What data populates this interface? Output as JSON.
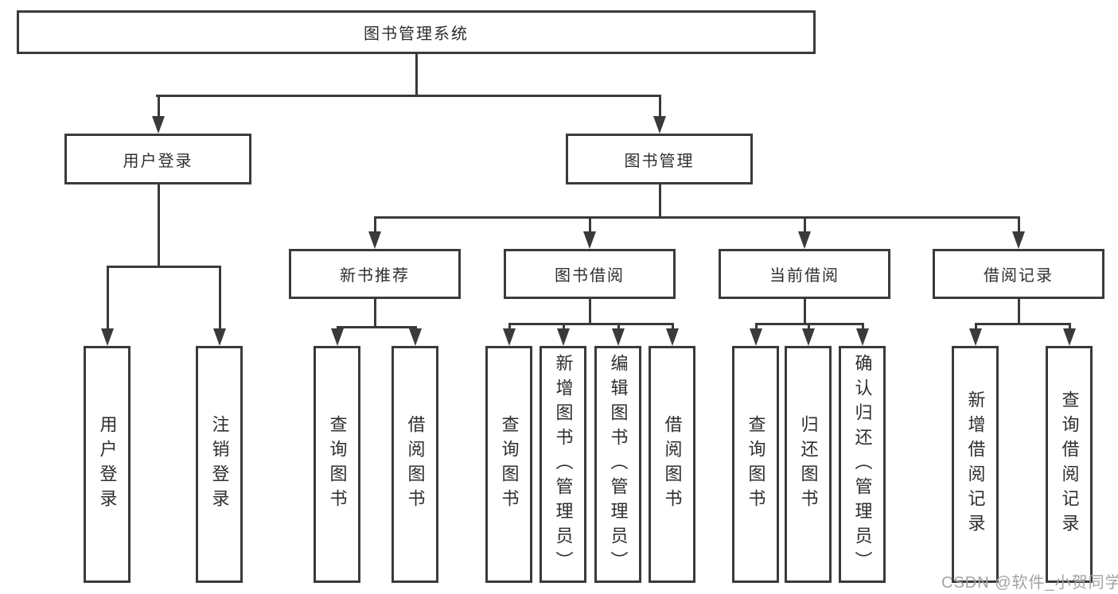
{
  "colors": {
    "line": "#3a3a3a",
    "text": "#2e2e2e",
    "background": "#ffffff",
    "watermark_color": "#a3a3a3"
  },
  "diagram": {
    "title": "图书管理系统",
    "level2": [
      {
        "label": "用户登录"
      },
      {
        "label": "图书管理"
      }
    ],
    "level3": [
      {
        "label": "新书推荐",
        "parent": "图书管理"
      },
      {
        "label": "图书借阅",
        "parent": "图书管理"
      },
      {
        "label": "当前借阅",
        "parent": "图书管理"
      },
      {
        "label": "借阅记录",
        "parent": "图书管理"
      }
    ],
    "leaves": [
      {
        "label": "用户登录",
        "parent": "用户登录"
      },
      {
        "label": "注销登录",
        "parent": "用户登录"
      },
      {
        "label": "查询图书",
        "parent": "新书推荐"
      },
      {
        "label": "借阅图书",
        "parent": "新书推荐"
      },
      {
        "label": "查询图书",
        "parent": "图书借阅"
      },
      {
        "label": "新增图书（管理员）",
        "parent": "图书借阅"
      },
      {
        "label": "编辑图书（管理员）",
        "parent": "图书借阅"
      },
      {
        "label": "借阅图书",
        "parent": "图书借阅"
      },
      {
        "label": "查询图书",
        "parent": "当前借阅"
      },
      {
        "label": "归还图书",
        "parent": "当前借阅"
      },
      {
        "label": "确认归还（管理员）",
        "parent": "当前借阅"
      },
      {
        "label": "新增借阅记录",
        "parent": "借阅记录"
      },
      {
        "label": "查询借阅记录",
        "parent": "借阅记录"
      }
    ]
  },
  "watermark": "CSDN @软件_小贺同学"
}
